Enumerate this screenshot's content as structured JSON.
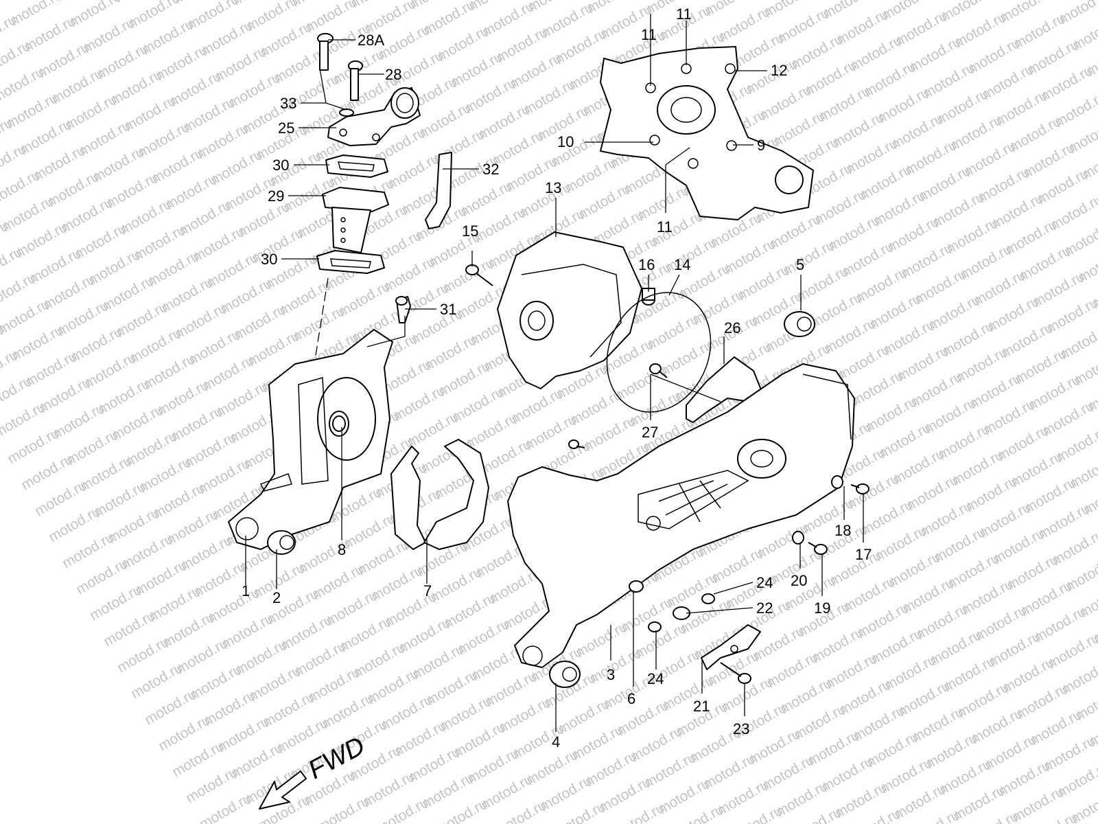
{
  "watermark": "motod.ru",
  "direction_label": "FWD",
  "callouts": [
    {
      "id": "c1",
      "text": "1"
    },
    {
      "id": "c2",
      "text": "2"
    },
    {
      "id": "c3",
      "text": "3"
    },
    {
      "id": "c4",
      "text": "4"
    },
    {
      "id": "c5",
      "text": "5"
    },
    {
      "id": "c6",
      "text": "6"
    },
    {
      "id": "c7",
      "text": "7"
    },
    {
      "id": "c8",
      "text": "8"
    },
    {
      "id": "c9",
      "text": "9"
    },
    {
      "id": "c10",
      "text": "10"
    },
    {
      "id": "c11a",
      "text": "11"
    },
    {
      "id": "c11b",
      "text": "11"
    },
    {
      "id": "c11c",
      "text": "11"
    },
    {
      "id": "c12",
      "text": "12"
    },
    {
      "id": "c13",
      "text": "13"
    },
    {
      "id": "c14",
      "text": "14"
    },
    {
      "id": "c15",
      "text": "15"
    },
    {
      "id": "c16",
      "text": "16"
    },
    {
      "id": "c17",
      "text": "17"
    },
    {
      "id": "c18",
      "text": "18"
    },
    {
      "id": "c19",
      "text": "19"
    },
    {
      "id": "c20",
      "text": "20"
    },
    {
      "id": "c21",
      "text": "21"
    },
    {
      "id": "c22",
      "text": "22"
    },
    {
      "id": "c23",
      "text": "23"
    },
    {
      "id": "c24a",
      "text": "24"
    },
    {
      "id": "c24b",
      "text": "24"
    },
    {
      "id": "c25",
      "text": "25"
    },
    {
      "id": "c26",
      "text": "26"
    },
    {
      "id": "c27",
      "text": "27"
    },
    {
      "id": "c28",
      "text": "28"
    },
    {
      "id": "c28a",
      "text": "28A"
    },
    {
      "id": "c29",
      "text": "29"
    },
    {
      "id": "c30a",
      "text": "30"
    },
    {
      "id": "c30b",
      "text": "30"
    },
    {
      "id": "c31",
      "text": "31"
    },
    {
      "id": "c32",
      "text": "32"
    },
    {
      "id": "c33",
      "text": "33"
    }
  ]
}
